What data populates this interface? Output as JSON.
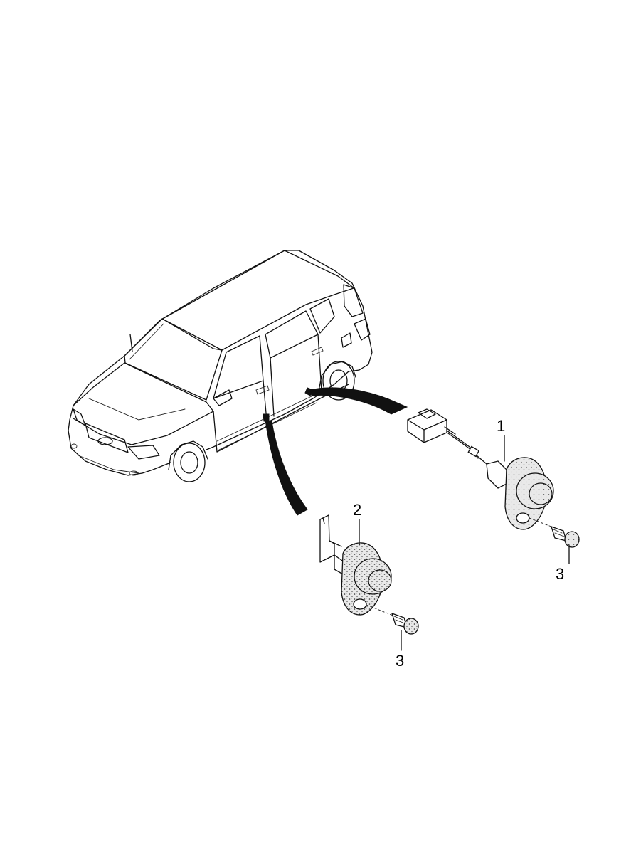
{
  "callouts": {
    "part1": "1",
    "part2": "2",
    "screw_right": "3",
    "screw_left": "3"
  }
}
